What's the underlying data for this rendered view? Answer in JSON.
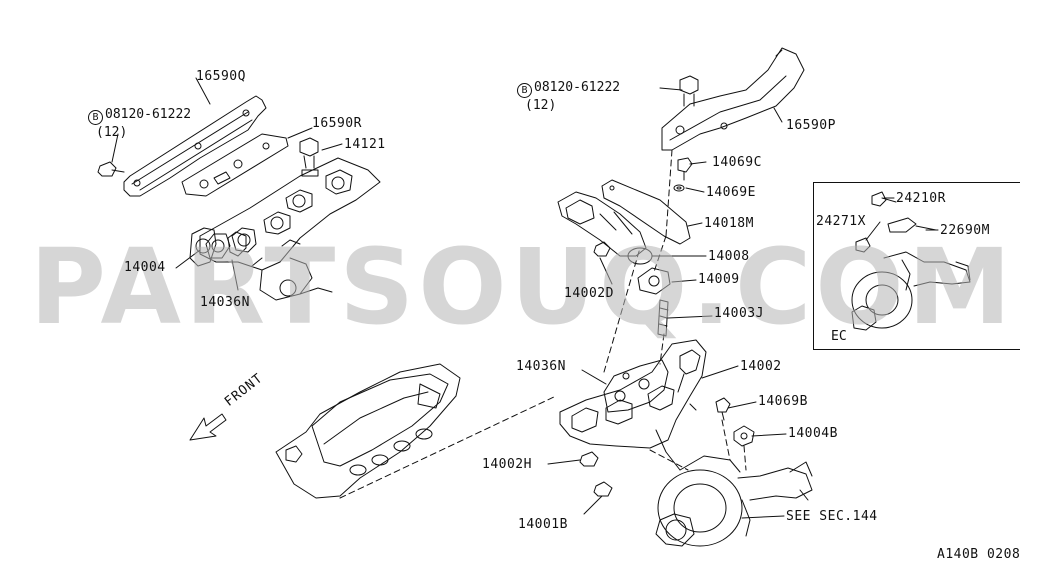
{
  "diagram": {
    "watermark": "partsouq.com",
    "front_label": "FRONT",
    "ec_tag": "EC",
    "doc_code": "A140B 0208",
    "see_ref": "SEE SEC.144",
    "bolt_marker": "B",
    "labels": {
      "p16590q": "16590Q",
      "p16590r": "16590R",
      "p14121": "14121",
      "p14004": "14004",
      "p14036n_left": "14036N",
      "p16590p": "16590P",
      "p14069c": "14069C",
      "p14069e": "14069E",
      "p14018m": "14018M",
      "p14008": "14008",
      "p14009": "14009",
      "p14002d": "14002D",
      "p14003j": "14003J",
      "p14036n_center": "14036N",
      "p14002": "14002",
      "p14069b": "14069B",
      "p14004b": "14004B",
      "p14002h": "14002H",
      "p14001b": "14001B",
      "p24210r": "24210R",
      "p24271x": "24271X",
      "p22690m": "22690M"
    },
    "bolt_left": {
      "code": "08120-61222",
      "qty": "(12)"
    },
    "bolt_center": {
      "code": "08120-61222",
      "qty": "(12)"
    }
  }
}
